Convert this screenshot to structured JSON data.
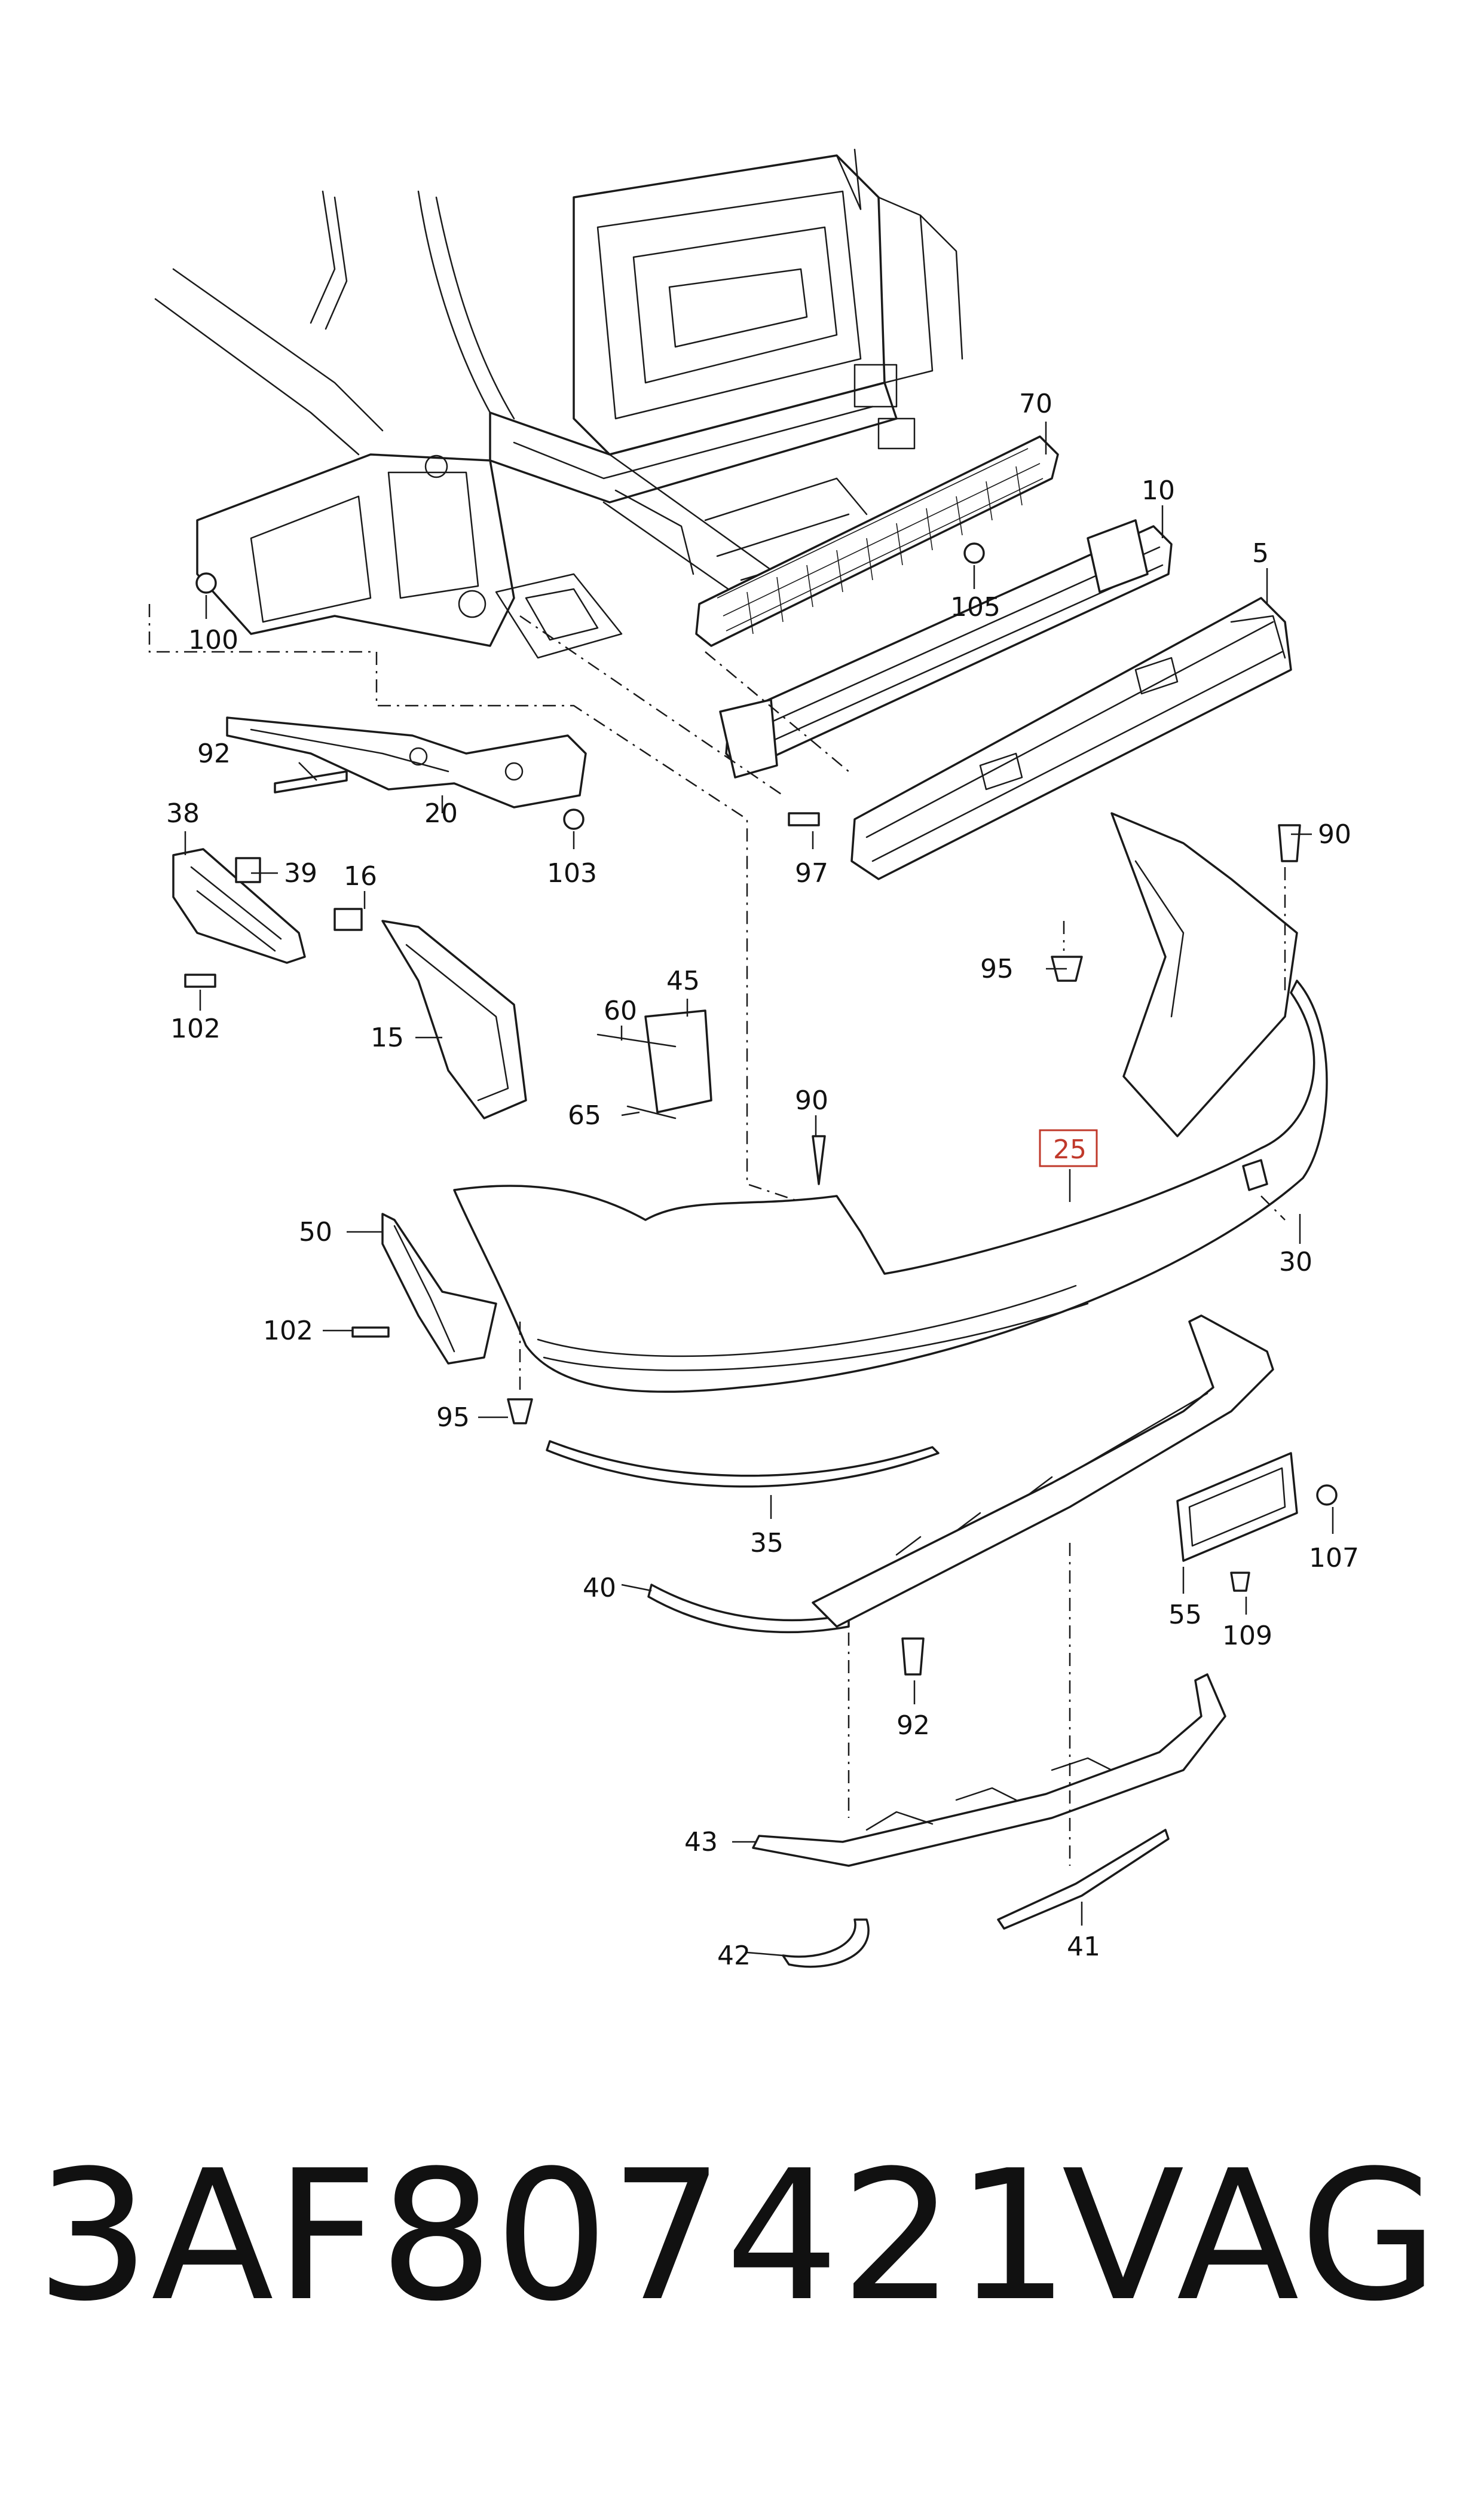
{
  "diagram": {
    "callouts": [
      {
        "id": "c70",
        "label": "70"
      },
      {
        "id": "c10",
        "label": "10"
      },
      {
        "id": "c5",
        "label": "5"
      },
      {
        "id": "c105",
        "label": "105"
      },
      {
        "id": "c100",
        "label": "100"
      },
      {
        "id": "c92a",
        "label": "92"
      },
      {
        "id": "c20",
        "label": "20"
      },
      {
        "id": "c103",
        "label": "103"
      },
      {
        "id": "c97",
        "label": "97"
      },
      {
        "id": "c38",
        "label": "38"
      },
      {
        "id": "c39",
        "label": "39"
      },
      {
        "id": "c16",
        "label": "16"
      },
      {
        "id": "c102a",
        "label": "102"
      },
      {
        "id": "c15",
        "label": "15"
      },
      {
        "id": "c60",
        "label": "60"
      },
      {
        "id": "c45",
        "label": "45"
      },
      {
        "id": "c65",
        "label": "65"
      },
      {
        "id": "c90a",
        "label": "90"
      },
      {
        "id": "c95a",
        "label": "95"
      },
      {
        "id": "c90b",
        "label": "90"
      },
      {
        "id": "c25",
        "label": "25",
        "highlight": true
      },
      {
        "id": "c30",
        "label": "30"
      },
      {
        "id": "c50",
        "label": "50"
      },
      {
        "id": "c102b",
        "label": "102"
      },
      {
        "id": "c95b",
        "label": "95"
      },
      {
        "id": "c35",
        "label": "35"
      },
      {
        "id": "c40",
        "label": "40"
      },
      {
        "id": "c107",
        "label": "107"
      },
      {
        "id": "c55",
        "label": "55"
      },
      {
        "id": "c109",
        "label": "109"
      },
      {
        "id": "c92b",
        "label": "92"
      },
      {
        "id": "c43",
        "label": "43"
      },
      {
        "id": "c41",
        "label": "41"
      },
      {
        "id": "c42",
        "label": "42"
      }
    ],
    "highlight_color": "#c0392b",
    "line_color": "#1a1a1a"
  },
  "footer": {
    "part_number": "3AF807421",
    "brand": "VAG"
  }
}
